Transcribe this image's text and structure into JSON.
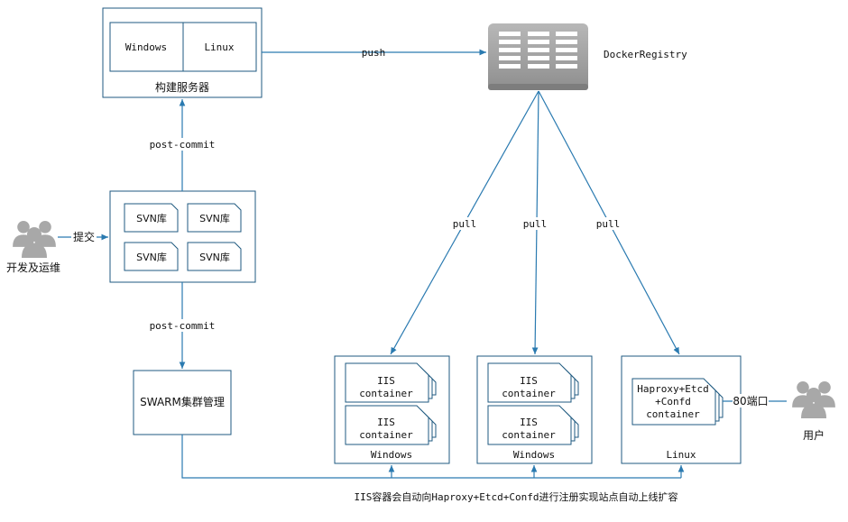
{
  "build_server": {
    "windows": "Windows",
    "linux": "Linux",
    "title": "构建服务器"
  },
  "registry": {
    "name": "DockerRegistry"
  },
  "edges": {
    "push": "push",
    "post_commit_top": "post-commit",
    "post_commit_bottom": "post-commit",
    "submit": "提交",
    "pull_1": "pull",
    "pull_2": "pull",
    "pull_3": "pull",
    "port": "80端口"
  },
  "svn": {
    "repos": [
      "SVN库",
      "SVN库",
      "SVN库",
      "SVN库"
    ]
  },
  "actors": {
    "dev": "开发及运维",
    "user": "用户"
  },
  "swarm": {
    "label": "SWARM集群管理"
  },
  "hosts": [
    {
      "containers": [
        "IIS",
        "container",
        "IIS",
        "container"
      ],
      "os": "Windows"
    },
    {
      "containers": [
        "IIS",
        "container",
        "IIS",
        "container"
      ],
      "os": "Windows"
    },
    {
      "containers": [
        "Haproxy+Etcd",
        "+Confd",
        "container"
      ],
      "os": "Linux"
    }
  ],
  "caption": "IIS容器会自动向Haproxy+Etcd+Confd进行注册实现站点自动上线扩容",
  "colors": {
    "edge": "#2a7ab0",
    "box_border": "#1f5a80",
    "registry": "#a9a9a9",
    "person": "#a8a8a8"
  }
}
